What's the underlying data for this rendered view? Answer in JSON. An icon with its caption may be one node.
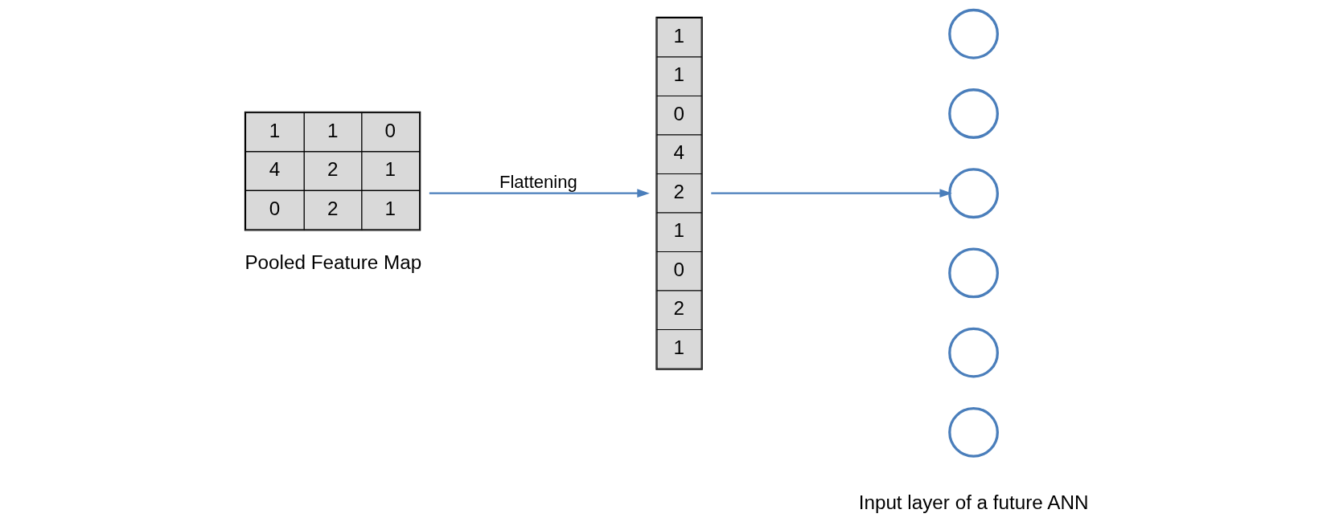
{
  "diagram": {
    "nodes": [
      {
        "text": [
          "1",
          "1",
          "0",
          "4",
          "2",
          "1",
          "0",
          "2",
          "1"
        ],
        "beside": [
          "Pooled Feature Map"
        ]
      },
      {
        "text": [
          "1",
          "1",
          "0",
          "4",
          "2",
          "1",
          "0",
          "2",
          "1"
        ]
      },
      {
        "text": [],
        "shape": "circle"
      },
      {
        "text": [],
        "shape": "circle"
      },
      {
        "text": [],
        "shape": "circle"
      },
      {
        "text": [],
        "shape": "circle"
      },
      {
        "text": [],
        "shape": "circle"
      },
      {
        "text": [],
        "shape": "circle"
      }
    ],
    "edges": [
      {
        "from": 0,
        "to": 1,
        "arrow": "to",
        "label": "Flattening"
      },
      {
        "from": 1,
        "to": 4,
        "arrow": "to"
      }
    ],
    "labels": [
      "Input layer of a future ANN"
    ]
  }
}
